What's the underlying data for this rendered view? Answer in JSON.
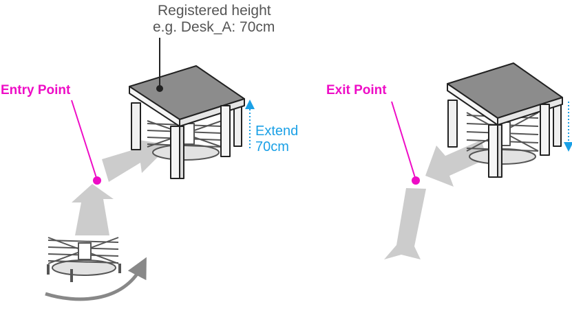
{
  "annotations": {
    "registered_height_title": "Registered height",
    "registered_height_example": "e.g. Desk_A: 70cm",
    "entry_point": "Entry Point",
    "exit_point": "Exit Point",
    "extend_word": "Extend",
    "extend_amount": "70cm"
  },
  "colors": {
    "point_accent": "#ee0cc6",
    "extend_accent": "#1aa0e6",
    "leader_line": "#222222",
    "arrow_fill": "#cccccc",
    "table_top": "#8c8c8c",
    "text_gray": "#555555"
  },
  "icons": [
    "table-icon",
    "scissor-lift-robot-icon",
    "rotate-arrow-icon",
    "path-arrow-icon",
    "extend-arrow-icon",
    "retract-arrow-icon",
    "marker-dot-icon"
  ]
}
